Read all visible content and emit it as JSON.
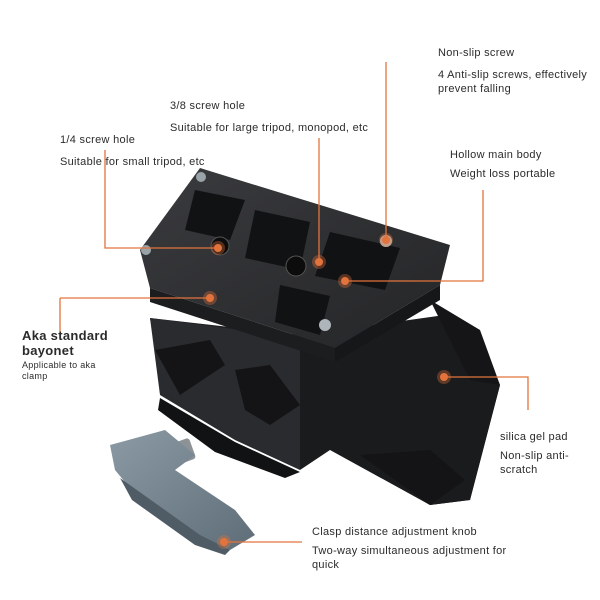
{
  "callouts": {
    "nonslip": {
      "title": "Non-slip screw",
      "desc": "4 Anti-slip screws, effectively prevent falling"
    },
    "hole38": {
      "title": "3/8 screw hole",
      "desc": "Suitable for large tripod, monopod, etc"
    },
    "hole14": {
      "title": "1/4 screw hole",
      "desc": "Suitable for small tripod, etc"
    },
    "hollow": {
      "title": "Hollow main body",
      "desc": "Weight loss portable"
    },
    "aka": {
      "title": "Aka standard bayonet",
      "desc": "Applicable to aka clamp"
    },
    "silica": {
      "title": "silica gel pad",
      "desc": "Non-slip anti-scratch"
    },
    "knob": {
      "title": "Clasp distance adjustment knob",
      "desc": "Two-way simultaneous adjustment for quick"
    }
  },
  "colors": {
    "accent": "#e2733d",
    "body": "#2e2f31",
    "knob": "#6f7e88"
  }
}
